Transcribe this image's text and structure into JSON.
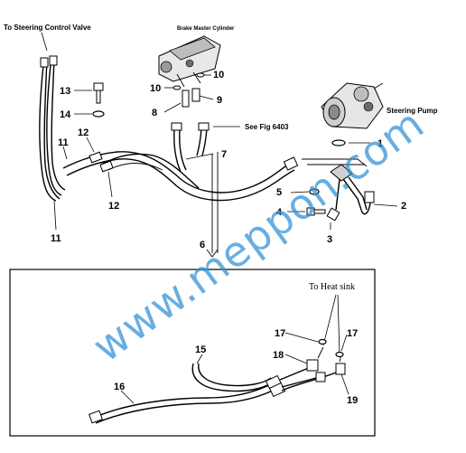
{
  "captions": {
    "steering_control_valve": "To Steering Control Valve",
    "brake_master_cylinder": "Brake Master Cylinder",
    "see_fig": "See Fig 6403",
    "steering_pump": "Steering Pump",
    "heat_sink": "To Heat sink"
  },
  "watermark": "www.meppon.com",
  "part_labels": [
    "1",
    "2",
    "3",
    "4",
    "5",
    "6",
    "7",
    "8",
    "9",
    "10",
    "10",
    "11",
    "11",
    "12",
    "12",
    "13",
    "14",
    "15",
    "16",
    "17",
    "17",
    "18",
    "19"
  ]
}
